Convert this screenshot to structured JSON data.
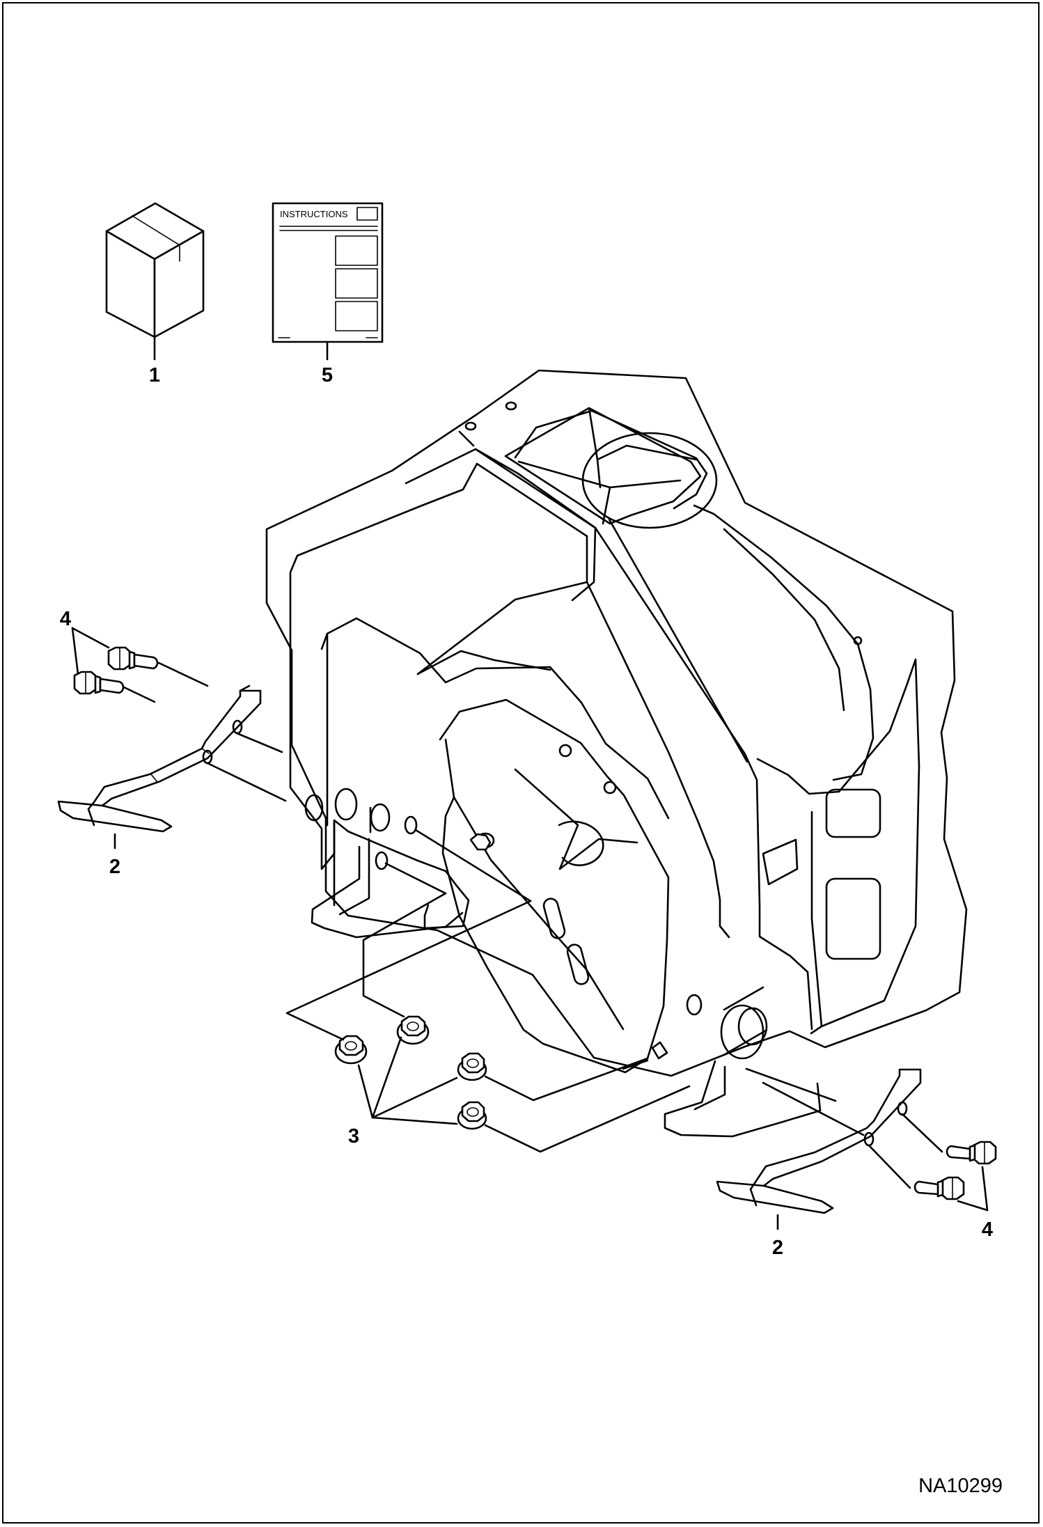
{
  "figure": {
    "id": "NA10299"
  },
  "instruction_sheet": {
    "header": "INSTRUCTIONS"
  },
  "callouts": [
    {
      "number": "1",
      "part": "kit package"
    },
    {
      "number": "5",
      "part": "instructions"
    },
    {
      "number": "4",
      "part": "bolt (left)"
    },
    {
      "number": "2",
      "part": "foot bracket (left)"
    },
    {
      "number": "3",
      "part": "flange nut"
    },
    {
      "number": "2",
      "part": "foot bracket (right)"
    },
    {
      "number": "4",
      "part": "bolt (right)"
    }
  ]
}
